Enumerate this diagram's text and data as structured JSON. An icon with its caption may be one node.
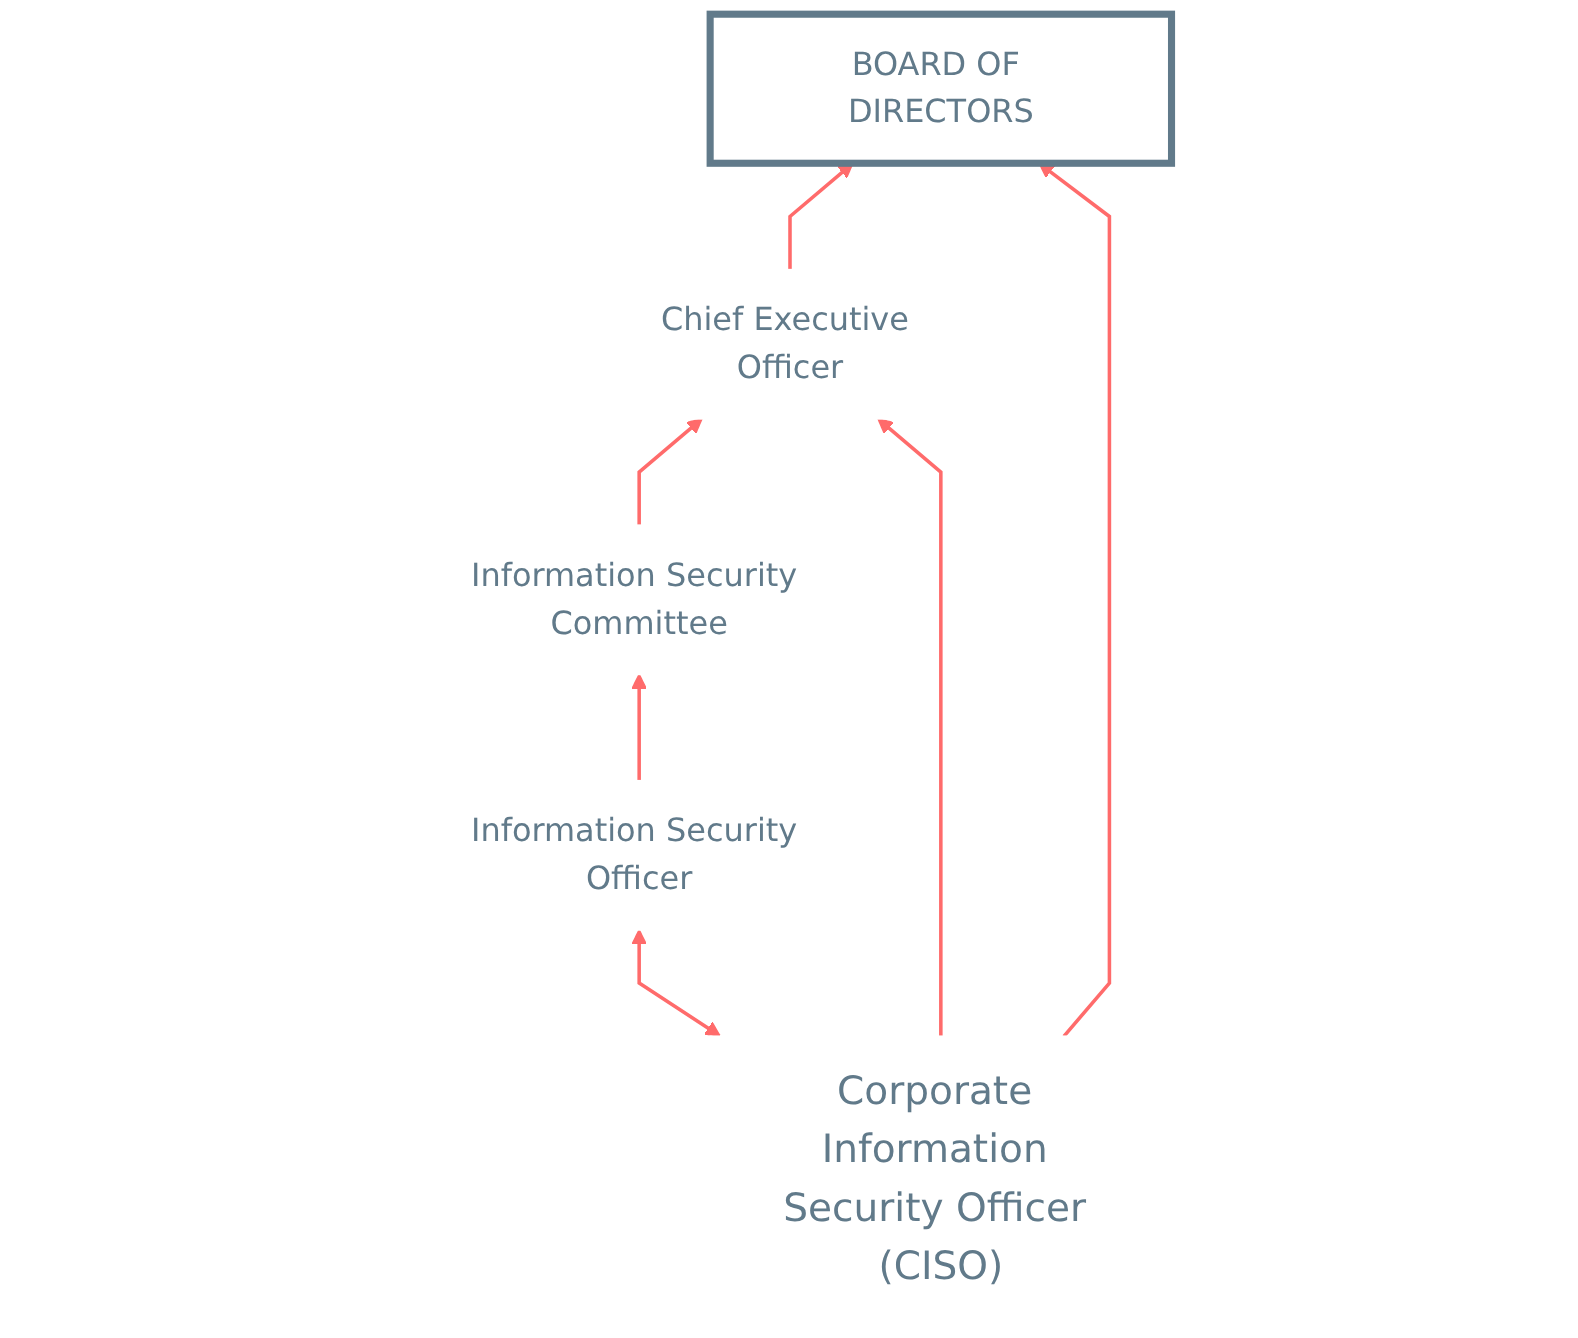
{
  "diagram": {
    "nodes": [
      {
        "text": [
          "BOARD OF DIRECTORS"
        ]
      },
      {
        "text": [
          "Chief Executive Officer"
        ]
      },
      {
        "text": [
          "Information Security Committee"
        ]
      },
      {
        "text": [
          "Corporate Information Security Officer (CISO)"
        ]
      },
      {
        "text": [
          "Information Security Officer"
        ]
      }
    ],
    "edges": [
      {
        "from": 1,
        "to": 0,
        "arrow": "to"
      },
      {
        "from": 2,
        "to": 1,
        "arrow": "to"
      },
      {
        "from": 4,
        "to": 2,
        "arrow": "to"
      },
      {
        "from": 3,
        "to": 4,
        "arrow": "both"
      },
      {
        "from": 3,
        "to": 0,
        "arrow": "to"
      },
      {
        "from": 3,
        "to": 1,
        "arrow": "to"
      }
    ]
  }
}
